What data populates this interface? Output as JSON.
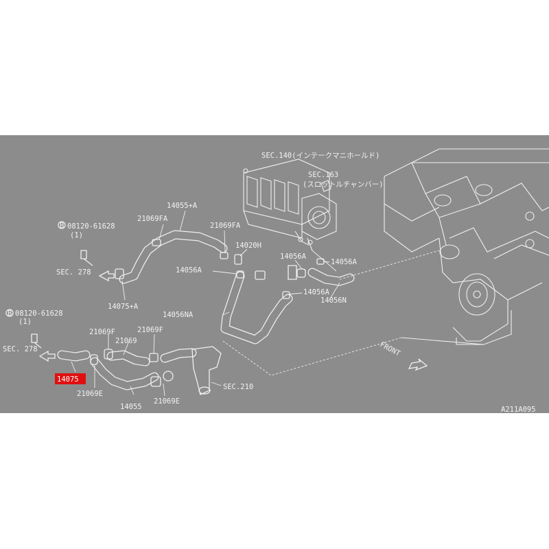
{
  "diagram": {
    "background_color": "#8c8c8c",
    "highlight_color": "#e01010",
    "labels": {
      "sec140": "SEC.140(インテークマニホールド)",
      "sec163": "SEC.163",
      "sec163_sub": "(スロットルチャンバー)",
      "p14055a": "14055+A",
      "p21069fa_1": "21069FA",
      "p21069fa_2": "21069FA",
      "bolt1": "08120-61628",
      "bolt1_qty": "(1)",
      "p14020h": "14020H",
      "p14056a_1": "14056A",
      "p14056a_2": "14056A",
      "p14056a_3": "14056A",
      "p14056a_4": "14056A",
      "p14056n": "14056N",
      "sec278_1": "SEC. 278",
      "p14075a": "14075+A",
      "p14056na": "14056NA",
      "bolt2": "08120-61628",
      "bolt2_qty": "(1)",
      "p21069f_1": "21069F",
      "p21069f_2": "21069F",
      "p21069": "21069",
      "sec278_2": "SEC. 278",
      "p14075": "14075",
      "p21069e_1": "21069E",
      "p21069e_2": "21069E",
      "p14055": "14055",
      "sec210": "SEC.210",
      "front": "FRONT",
      "fig_code": "A211A095"
    }
  }
}
